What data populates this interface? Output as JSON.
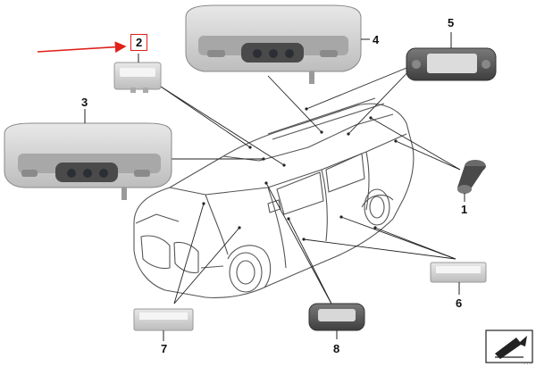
{
  "diagram": {
    "callouts": [
      {
        "id": "1",
        "label": "1"
      },
      {
        "id": "2",
        "label": "2",
        "highlighted": true
      },
      {
        "id": "3",
        "label": "3"
      },
      {
        "id": "4",
        "label": "4"
      },
      {
        "id": "5",
        "label": "5"
      },
      {
        "id": "6",
        "label": "6"
      },
      {
        "id": "7",
        "label": "7"
      },
      {
        "id": "8",
        "label": "8"
      }
    ],
    "reference_code": "...",
    "colors": {
      "highlight": "#e0201a",
      "line": "#222222",
      "part_body": "#d6d6d6",
      "part_dark": "#555555",
      "button": "#3a3f46"
    }
  }
}
